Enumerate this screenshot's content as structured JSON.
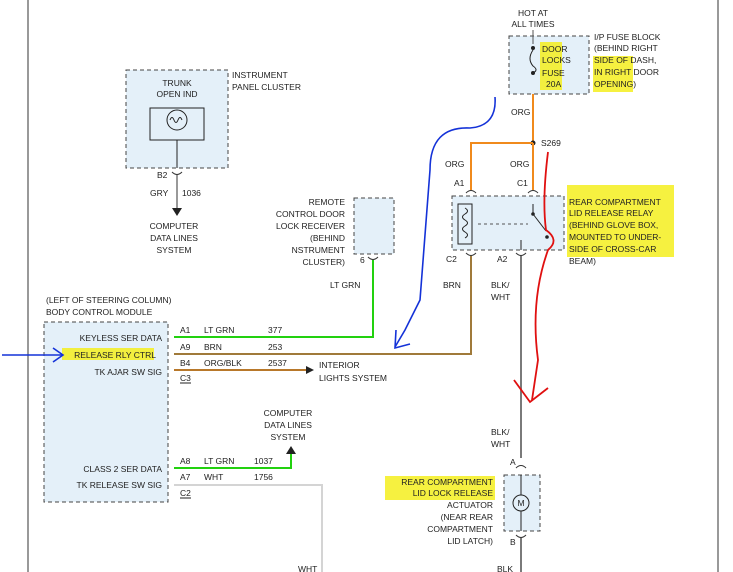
{
  "hot_at_all_times": [
    "HOT AT",
    "ALL TIMES"
  ],
  "fuse": {
    "labels": [
      "DOOR",
      "LOCKS",
      "FUSE",
      "20A"
    ],
    "block": [
      "I/P FUSE BLOCK",
      "(BEHIND RIGHT",
      "SIDE OF DASH,",
      "IN RIGHT DOOR",
      "OPENING)"
    ]
  },
  "splice": "S269",
  "wires": {
    "org_top": "ORG",
    "org_left": "ORG",
    "org_right": "ORG",
    "brn": "BRN",
    "blk_wht_top": [
      "BLK/",
      "WHT"
    ],
    "blk_wht_mid": [
      "BLK/",
      "WHT"
    ],
    "lt_grn_remote": "LT GRN",
    "gry": "GRY",
    "gry_circuit": "1036",
    "wht_bottom": "WHT",
    "blk_bottom": "BLK"
  },
  "trunk": {
    "label": [
      "TRUNK",
      "OPEN IND"
    ],
    "cluster": [
      "INSTRUMENT",
      "PANEL CLUSTER"
    ],
    "pin": "B2"
  },
  "cdl_top": [
    "COMPUTER",
    "DATA LINES",
    "SYSTEM"
  ],
  "cdl_mid": [
    "COMPUTER",
    "DATA LINES",
    "SYSTEM"
  ],
  "remote": {
    "label": [
      "REMOTE",
      "CONTROL DOOR",
      "LOCK RECEIVER",
      "(BEHIND",
      "NSTRUMENT",
      "CLUSTER)"
    ],
    "pin": "6"
  },
  "relay": {
    "label": [
      "REAR COMPARTMENT",
      "LID RELEASE RELAY",
      "(BEHIND GLOVE BOX,",
      "MOUNTED TO UNDER-",
      "SIDE OF CROSS-CAR",
      "BEAM)"
    ],
    "pins": {
      "a1": "A1",
      "c1": "C1",
      "c2": "C2",
      "a2": "A2"
    }
  },
  "bcm": {
    "title": [
      "(LEFT OF STEERING COLUMN)",
      "BODY CONTROL MODULE"
    ],
    "rows": [
      {
        "name": "KEYLESS SER DATA",
        "pin": "A1",
        "wire": "LT GRN",
        "circuit": "377"
      },
      {
        "name": "RELEASE RLY CTRL",
        "pin": "A9",
        "wire": "BRN",
        "circuit": "253"
      },
      {
        "name": "TK AJAR SW SIG",
        "pin": "B4",
        "wire": "ORG/BLK",
        "circuit": "2537"
      },
      {
        "name": "",
        "pin": "C3",
        "wire": "",
        "circuit": ""
      },
      {
        "name": "CLASS 2 SER DATA",
        "pin": "A8",
        "wire": "LT GRN",
        "circuit": "1037"
      },
      {
        "name": "TK RELEASE SW SIG",
        "pin": "A7",
        "wire": "WHT",
        "circuit": "1756"
      },
      {
        "name": "",
        "pin": "C2",
        "wire": "",
        "circuit": ""
      }
    ]
  },
  "interior": [
    "INTERIOR",
    "LIGHTS SYSTEM"
  ],
  "actuator": {
    "label": [
      "REAR COMPARTMENT",
      "LID LOCK RELEASE",
      "ACTUATOR",
      "(NEAR REAR",
      "COMPARTMENT",
      "LID LATCH)"
    ],
    "pins": {
      "a": "A",
      "b": "B"
    },
    "motor": "M"
  },
  "colors": {
    "lt_grn": "#22d10f",
    "brn": "#a07a3a",
    "org": "#f08a1c",
    "org_blk": "#b8782a",
    "gray": "#7a7a7a",
    "blue_annot": "#1432d8",
    "red_annot": "#e01010",
    "highlight": "#f5ef1e"
  }
}
